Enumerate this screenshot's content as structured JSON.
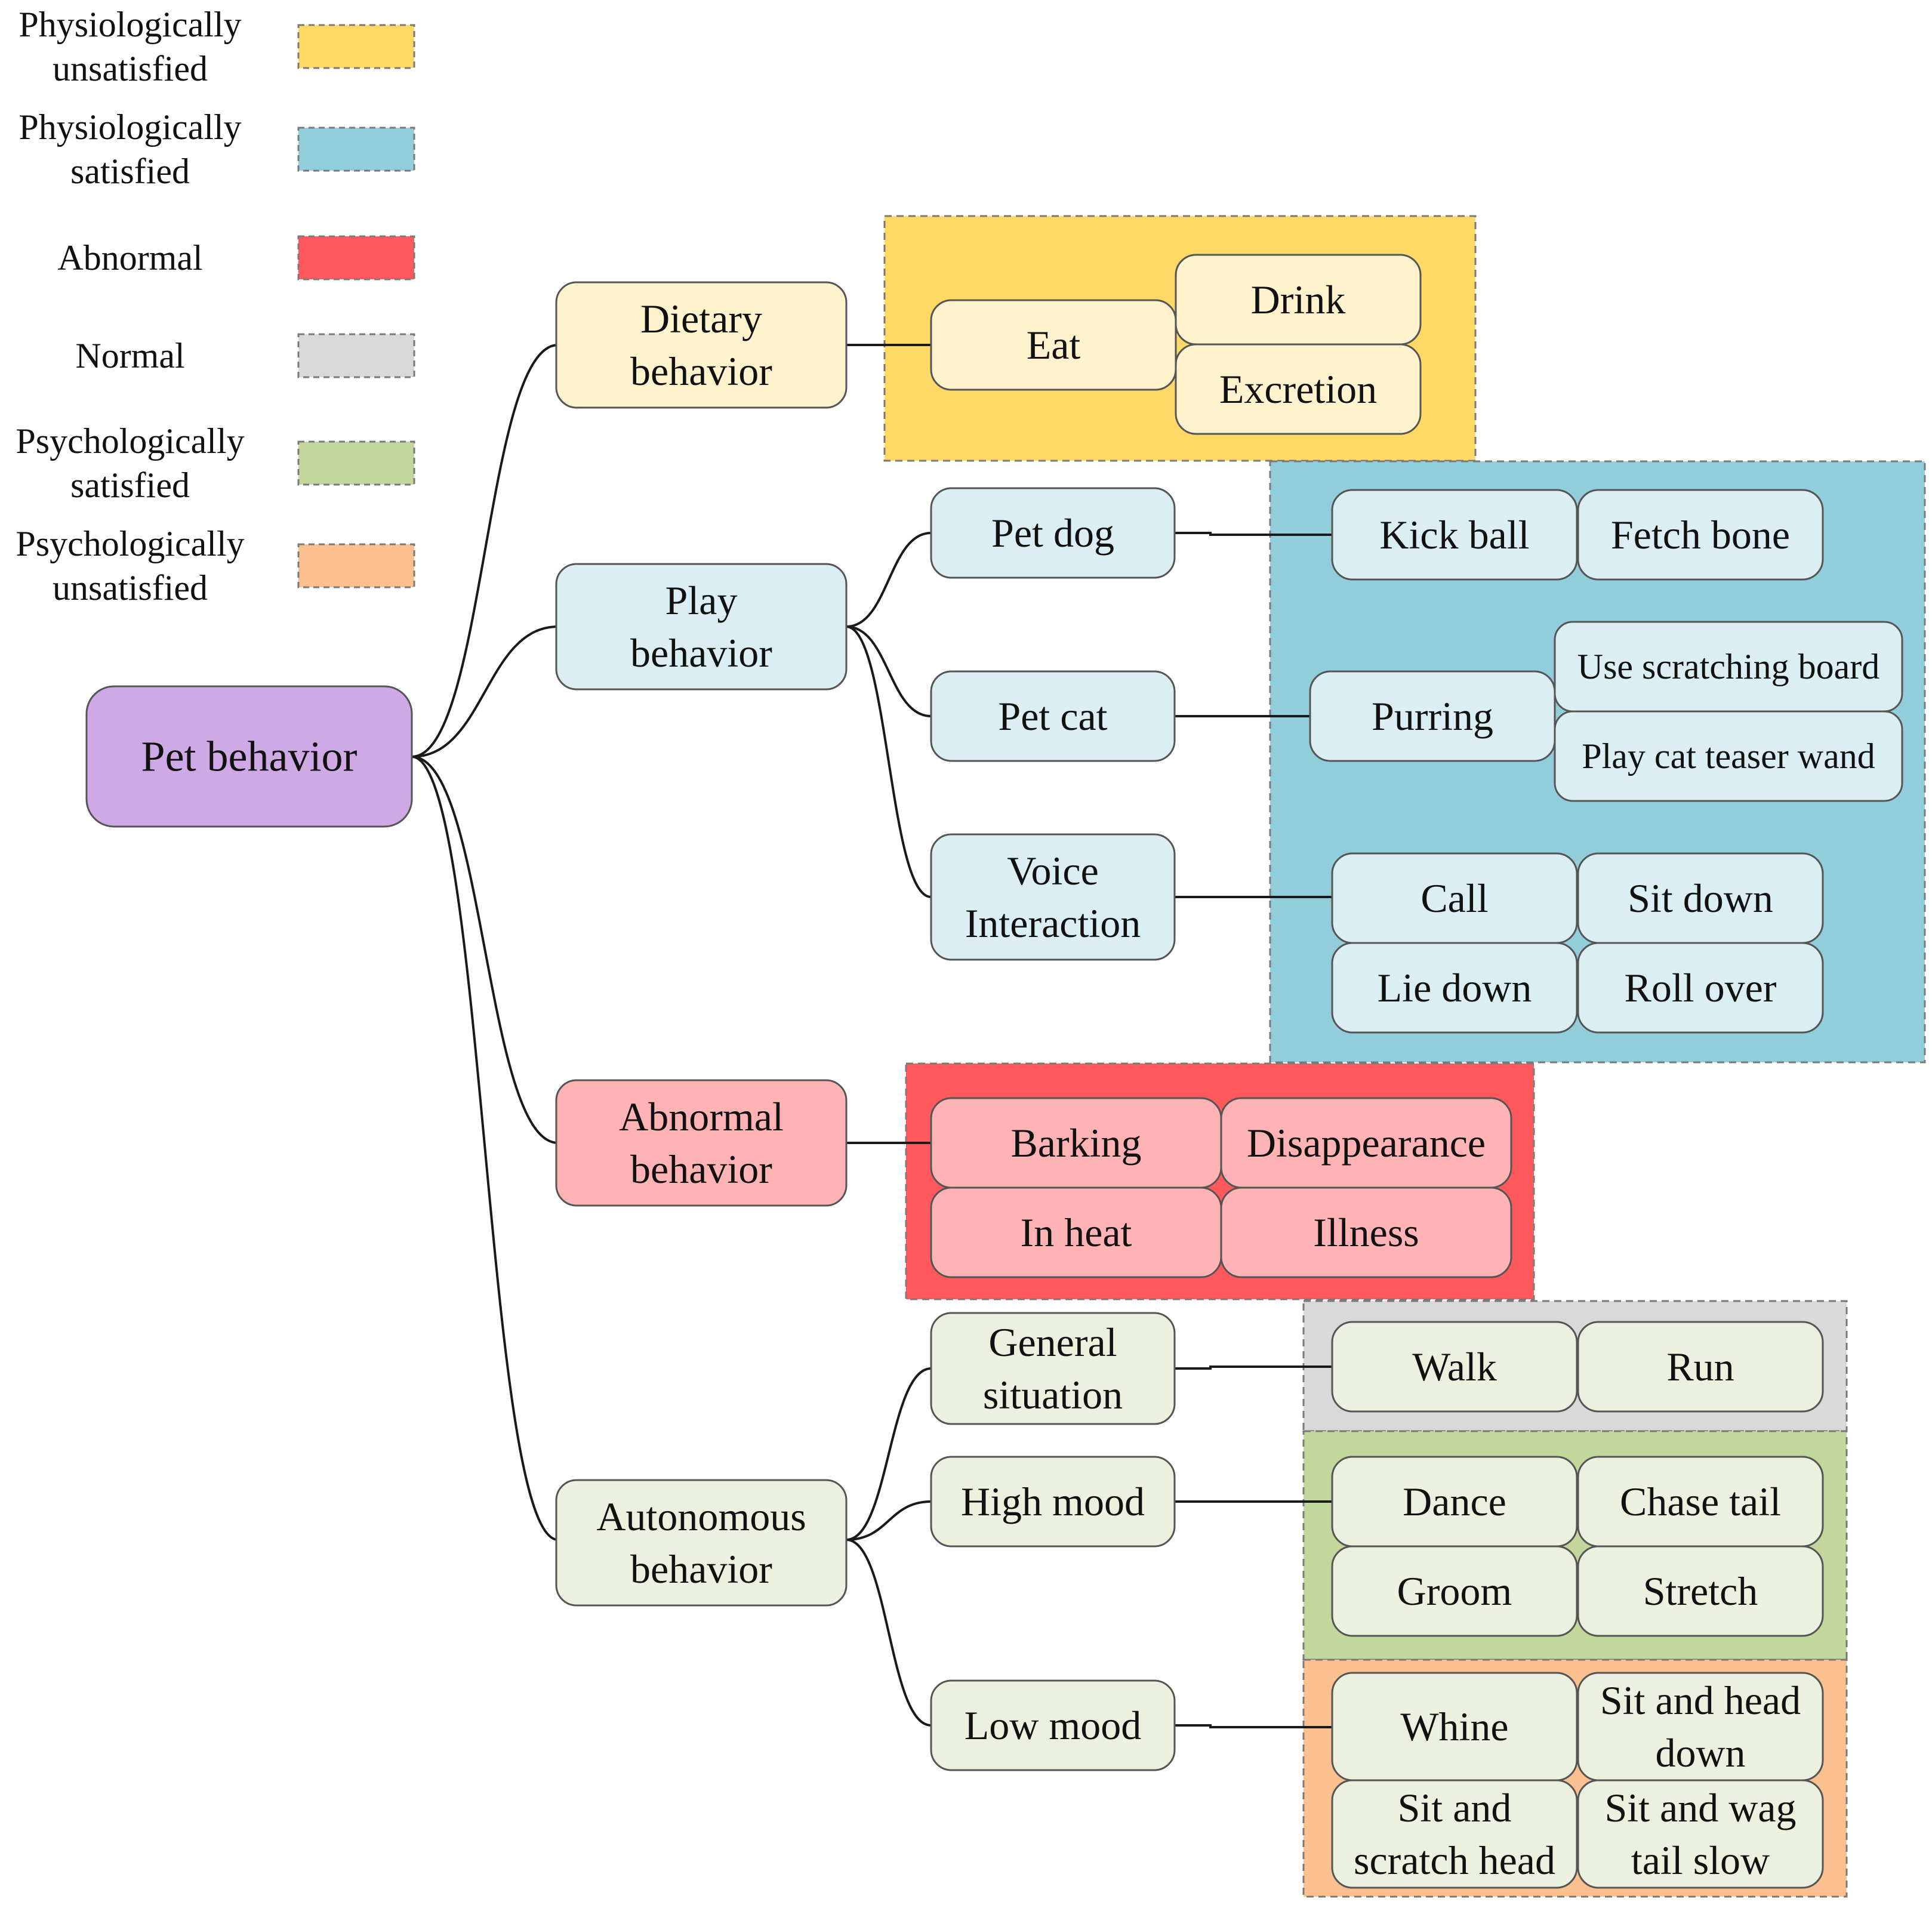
{
  "legend": [
    {
      "label": "Physiologically\nunsatisfied",
      "color": "#ffd966"
    },
    {
      "label": "Physiologically\nsatisfied",
      "color": "#92cddc"
    },
    {
      "label": "Abnormal",
      "color": "#ff595e"
    },
    {
      "label": "Normal",
      "color": "#d9d9d9"
    },
    {
      "label": "Psychologically\nsatisfied",
      "color": "#c3d69b"
    },
    {
      "label": "Psychologically\nunsatisfied",
      "color": "#fac090"
    }
  ],
  "root": {
    "label": "Pet behavior",
    "color": "#cfa8e6"
  },
  "categories": {
    "dietary": {
      "label": "Dietary\nbehavior",
      "color": "#fff2cc"
    },
    "play": {
      "label": "Play\nbehavior",
      "color": "#daeef3"
    },
    "abnormal": {
      "label": "Abnormal\nbehavior",
      "color": "#ffb3b5"
    },
    "autonomous": {
      "label": "Autonomous\nbehavior",
      "color": "#ebf1de"
    }
  },
  "subcategories": {
    "pet_dog": "Pet dog",
    "pet_cat": "Pet cat",
    "voice": "Voice\nInteraction",
    "general": "General\nsituation",
    "high_mood": "High mood",
    "low_mood": "Low mood"
  },
  "leaves": {
    "eat": "Eat",
    "drink": "Drink",
    "excretion": "Excretion",
    "kick_ball": "Kick ball",
    "fetch_bone": "Fetch bone",
    "purring": "Purring",
    "scratching": "Use scratching board",
    "teaser": "Play cat teaser wand",
    "call": "Call",
    "sit_down": "Sit down",
    "lie_down": "Lie down",
    "roll_over": "Roll over",
    "barking": "Barking",
    "disappearance": "Disappearance",
    "in_heat": "In heat",
    "illness": "Illness",
    "walk": "Walk",
    "run": "Run",
    "dance": "Dance",
    "chase_tail": "Chase tail",
    "groom": "Groom",
    "stretch": "Stretch",
    "whine": "Whine",
    "sit_head_down": "Sit and head\ndown",
    "sit_scratch": "Sit and\nscratch head",
    "sit_wag": "Sit and wag\ntail slow"
  },
  "group_colors": {
    "physio_unsat": "#ffd966",
    "physio_sat": "#92cddc",
    "abnormal": "#ff595e",
    "normal": "#d9d9d9",
    "psycho_sat": "#c3d69b",
    "psycho_unsat": "#fac090"
  }
}
